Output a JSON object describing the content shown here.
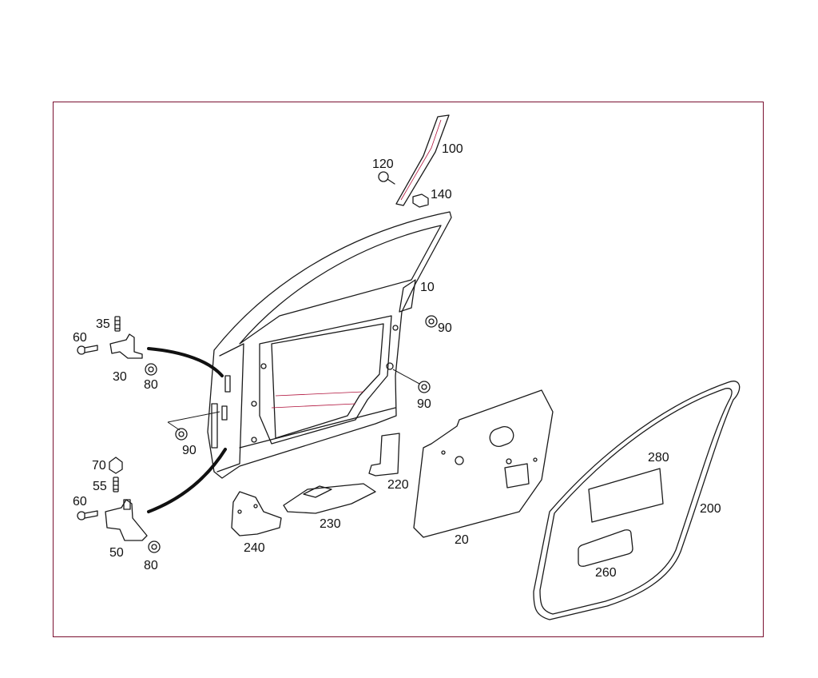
{
  "callouts": {
    "c100": "100",
    "c120": "120",
    "c140": "140",
    "c10": "10",
    "c90a": "90",
    "c90b": "90",
    "c90c": "90",
    "c35": "35",
    "c60a": "60",
    "c30": "30",
    "c80a": "80",
    "c70": "70",
    "c55": "55",
    "c60b": "60",
    "c50": "50",
    "c80b": "80",
    "c220": "220",
    "c230": "230",
    "c240": "240",
    "c20": "20",
    "c280": "280",
    "c200": "200",
    "c260": "260"
  },
  "colors": {
    "frame": "#7a1030",
    "line": "#1a1a1a",
    "accent": "#b0103a"
  }
}
